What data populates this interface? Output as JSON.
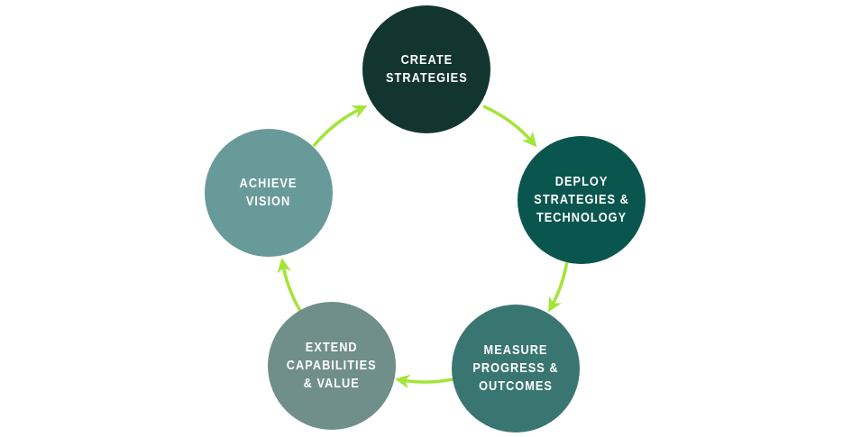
{
  "diagram": {
    "background_color": "#ffffff",
    "text_color": "#ffffff",
    "arrow_color": "#a3e539",
    "steps": [
      {
        "id": "create-strategies",
        "lines": [
          "CREATE",
          "STRATEGIES"
        ],
        "color": "#123530"
      },
      {
        "id": "deploy-strategies-technology",
        "lines": [
          "DEPLOY",
          "STRATEGIES &",
          "TECHNOLOGY"
        ],
        "color": "#0a564f"
      },
      {
        "id": "measure-progress-outcomes",
        "lines": [
          "MEASURE",
          "PROGRESS &",
          "OUTCOMES"
        ],
        "color": "#3a7671"
      },
      {
        "id": "extend-capabilities-value",
        "lines": [
          "EXTEND",
          "CAPABILITIES",
          "& VALUE"
        ],
        "color": "#708e8a"
      },
      {
        "id": "achieve-vision",
        "lines": [
          "ACHIEVE",
          "VISION"
        ],
        "color": "#689a99"
      }
    ],
    "flow": [
      {
        "from": "create-strategies",
        "to": "deploy-strategies-technology"
      },
      {
        "from": "deploy-strategies-technology",
        "to": "measure-progress-outcomes"
      },
      {
        "from": "measure-progress-outcomes",
        "to": "extend-capabilities-value"
      },
      {
        "from": "extend-capabilities-value",
        "to": "achieve-vision"
      },
      {
        "from": "achieve-vision",
        "to": "create-strategies"
      }
    ]
  }
}
